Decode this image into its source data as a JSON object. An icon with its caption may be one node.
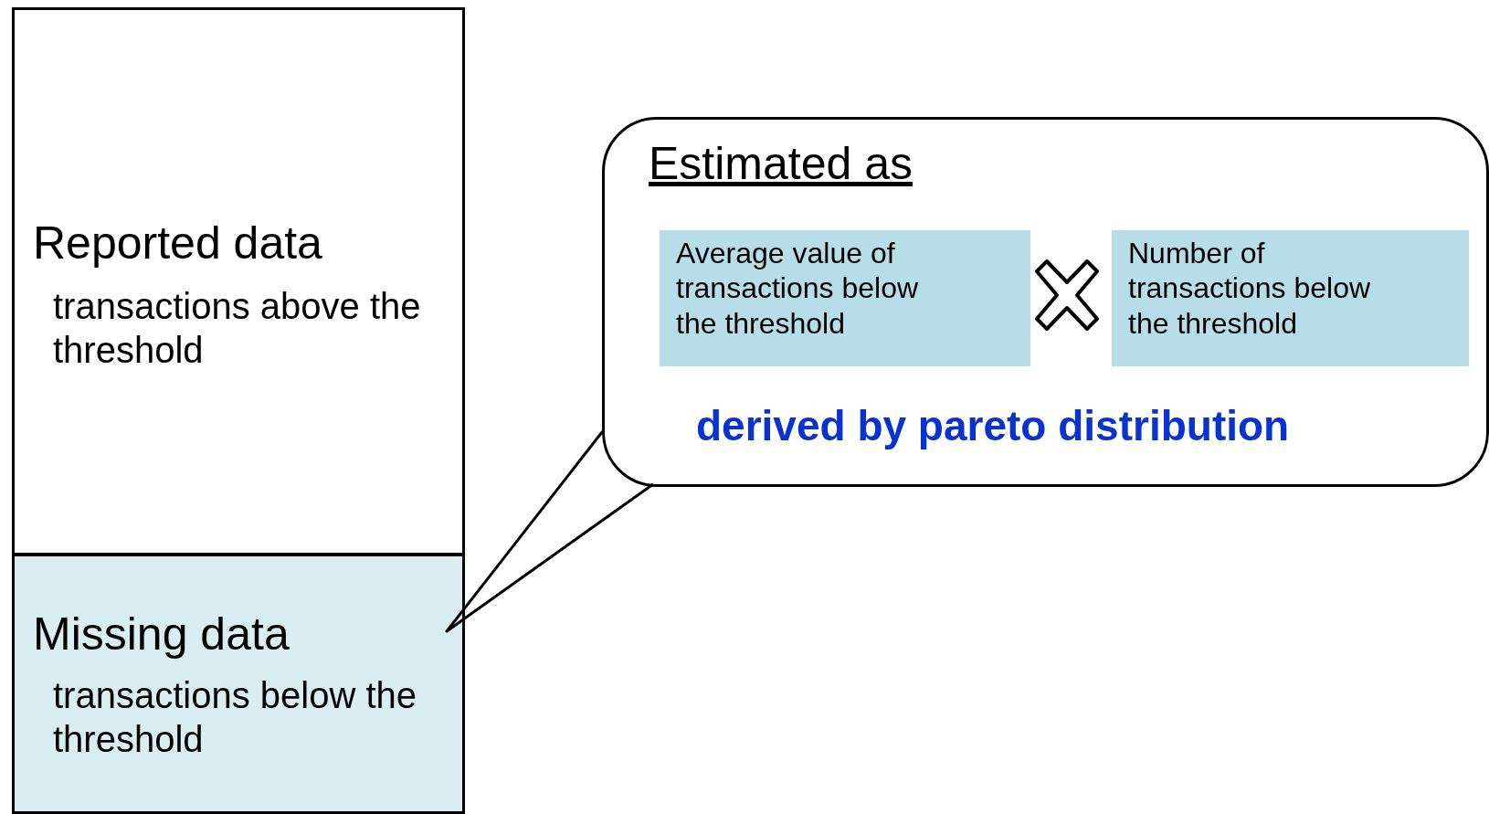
{
  "diagram": {
    "nodes": [
      {
        "text": [
          "Reported data",
          "transactions above the threshold"
        ]
      },
      {
        "text": [
          "Missing data",
          "transactions below the threshold"
        ]
      },
      {
        "text": [
          "Estimated as",
          "derived by pareto distribution"
        ]
      },
      {
        "text": [
          "Average value of transactions below the threshold"
        ],
        "in": 2
      },
      {
        "text": [
          "Number of transactions below the threshold"
        ],
        "in": 2
      }
    ],
    "edges": [
      {
        "from": 2,
        "to": 1,
        "arrow": "none"
      }
    ]
  }
}
